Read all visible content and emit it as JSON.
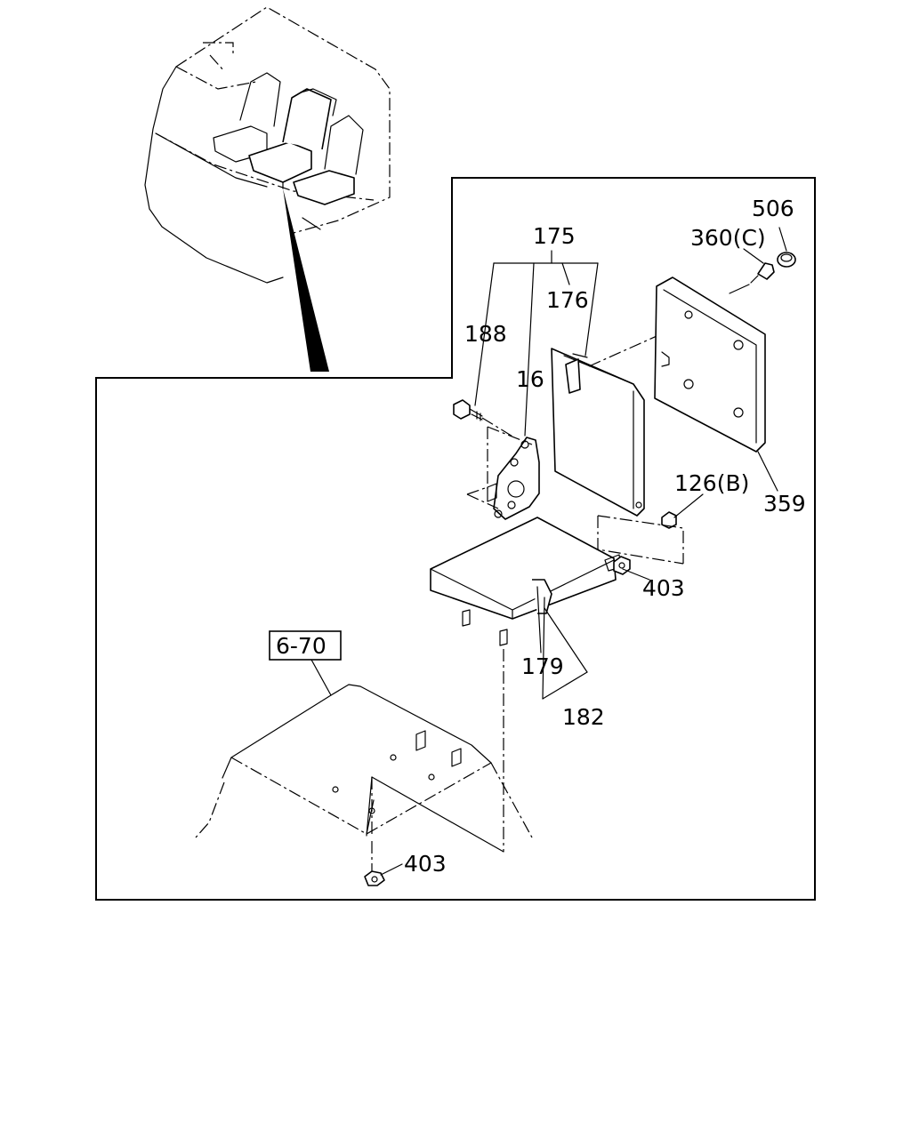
{
  "labels": {
    "p175": "175",
    "p176": "176",
    "p188": "188",
    "p16": "16",
    "p506": "506",
    "p360": "360(C)",
    "p359": "359",
    "p126": "126(B)",
    "p403_upper": "403",
    "p179": "179",
    "p182": "182",
    "ref": "6-70",
    "p403_lower": "403"
  }
}
